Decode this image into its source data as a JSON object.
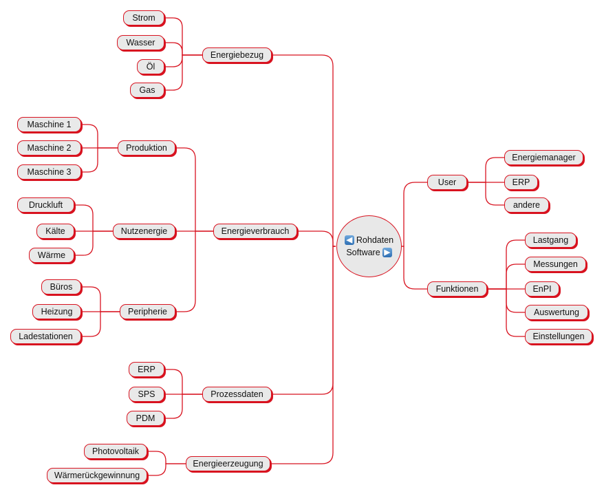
{
  "central": {
    "line1": "Rohdaten",
    "line2": "Software",
    "left_icon": "arrow-left-icon",
    "right_icon": "arrow-right-icon"
  },
  "branches": {
    "energiebezug": {
      "label": "Energiebezug",
      "children": [
        "Strom",
        "Wasser",
        "Öl",
        "Gas"
      ]
    },
    "energieverbrauch": {
      "label": "Energieverbrauch",
      "produktion": {
        "label": "Produktion",
        "children": [
          "Maschine 1",
          "Maschine 2",
          "Maschine 3"
        ]
      },
      "nutzenergie": {
        "label": "Nutzenergie",
        "children": [
          "Druckluft",
          "Kälte",
          "Wärme"
        ]
      },
      "peripherie": {
        "label": "Peripherie",
        "children": [
          "Büros",
          "Heizung",
          "Ladestationen"
        ]
      }
    },
    "prozessdaten": {
      "label": "Prozessdaten",
      "children": [
        "ERP",
        "SPS",
        "PDM"
      ]
    },
    "energieerzeugung": {
      "label": "Energieerzeugung",
      "children": [
        "Photovoltaik",
        "Wärmerückgewinnung"
      ]
    },
    "user": {
      "label": "User",
      "children": [
        "Energiemanager",
        "ERP",
        "andere"
      ]
    },
    "funktionen": {
      "label": "Funktionen",
      "children": [
        "Lastgang",
        "Messungen",
        "EnPI",
        "Auswertung",
        "Einstellungen"
      ]
    }
  },
  "colors": {
    "line": "#d8121f",
    "node_fill": "#e9e9e9"
  }
}
